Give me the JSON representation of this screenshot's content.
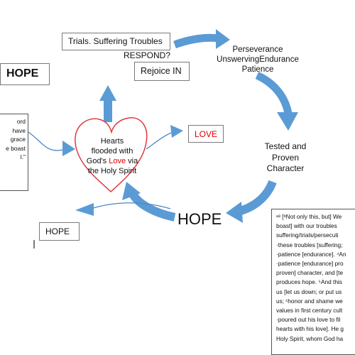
{
  "boxes": {
    "trials": "Trials. Suffering Troubles",
    "respond": "RESPOND?",
    "rejoice": "Rejoice IN",
    "hope_left": "HOPE",
    "hope_small": "HOPE",
    "love": "LOVE"
  },
  "labels": {
    "perseverance": [
      "Perseverance",
      "UnswervingEndurance",
      "Patience"
    ],
    "tested": [
      "Tested and",
      "Proven",
      "Character"
    ],
    "hope_big": "HOPE"
  },
  "heart": {
    "line1": "Hearts",
    "line2": "flooded with",
    "line3_pre": "God's ",
    "line3_love": "Love",
    "line3_post": " via",
    "line4": "the Holy Spirit"
  },
  "left_note": [
    "ord",
    "have",
    "grace",
    "e boast",
    "l.\""
  ],
  "scripture": [
    "ᵃ³ [ᵇNot only this, but] We",
    "boast]  with our troubles",
    "suffering/trials/persecuti",
    "·these troubles [suffering;",
    "·patience [endurance]. ⁴An",
    "·patience [endurance] pro",
    "proven] character, and [te",
    "produces hope. ⁵And this",
    "us [let us down; or put us",
    "us; ᶜhonor and shame we",
    "values in first century cult",
    "·poured out his love to fil",
    "hearts with his love]. He g",
    "Holy Spirit, whom God ha"
  ],
  "colors": {
    "arrow": "#5b9bd5",
    "heart": "#e0393e",
    "love_text": "#e00000"
  }
}
